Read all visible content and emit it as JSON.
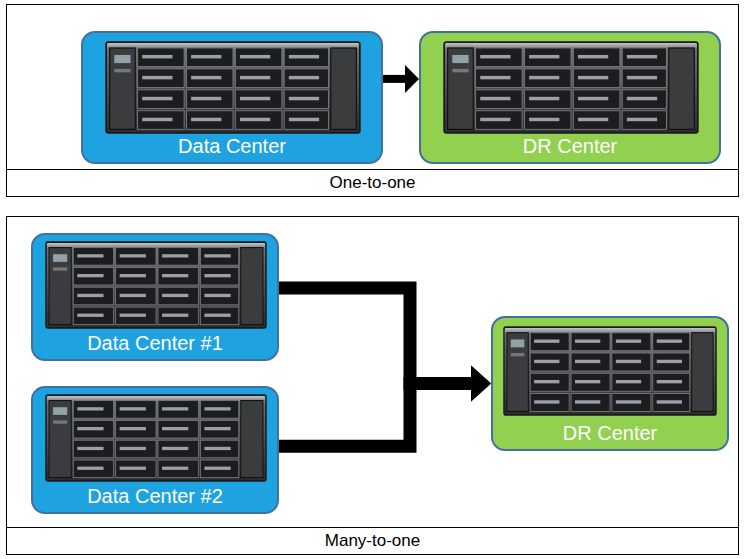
{
  "diagram": {
    "nodes": [
      {
        "text": [
          "One-to-one"
        ]
      },
      {
        "text": [
          "Data Center"
        ],
        "in": 0
      },
      {
        "text": [
          "DR Center"
        ],
        "in": 0
      },
      {
        "text": [
          "Many-to-one"
        ]
      },
      {
        "text": [
          "Data Center #1"
        ],
        "in": 3
      },
      {
        "text": [
          "Data Center #2"
        ],
        "in": 3
      },
      {
        "text": [
          "DR Center"
        ],
        "in": 3
      }
    ],
    "edges": [
      {
        "from": 1,
        "to": 2,
        "arrow": "to"
      },
      {
        "from": 4,
        "to": 6,
        "arrow": "to"
      },
      {
        "from": 5,
        "to": 6,
        "arrow": "to"
      }
    ]
  }
}
